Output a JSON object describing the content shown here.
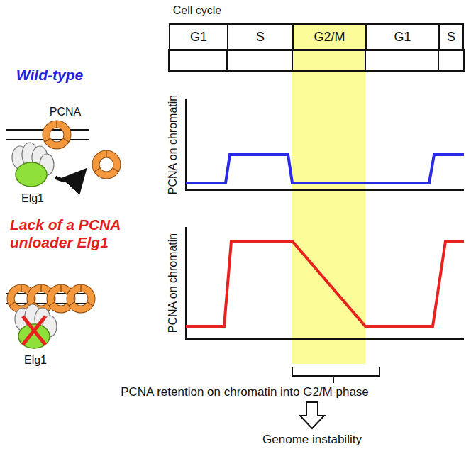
{
  "diagram": {
    "nodes": [
      {
        "text": [
          "G1"
        ]
      },
      {
        "text": [
          "S"
        ]
      },
      {
        "text": [
          "G2/M"
        ]
      },
      {
        "text": [
          "G1"
        ]
      },
      {
        "text": [
          "S"
        ]
      }
    ],
    "labels": [
      "Cell cycle",
      "Wild-type",
      "PCNA",
      "Elg1",
      "PCNA on chromatin",
      "Lack of a PCNA unloader Elg1",
      "Elg1",
      "PCNA on chromatin",
      "PCNA retention on chromatin into G2/M phase",
      "Genome instability"
    ]
  }
}
